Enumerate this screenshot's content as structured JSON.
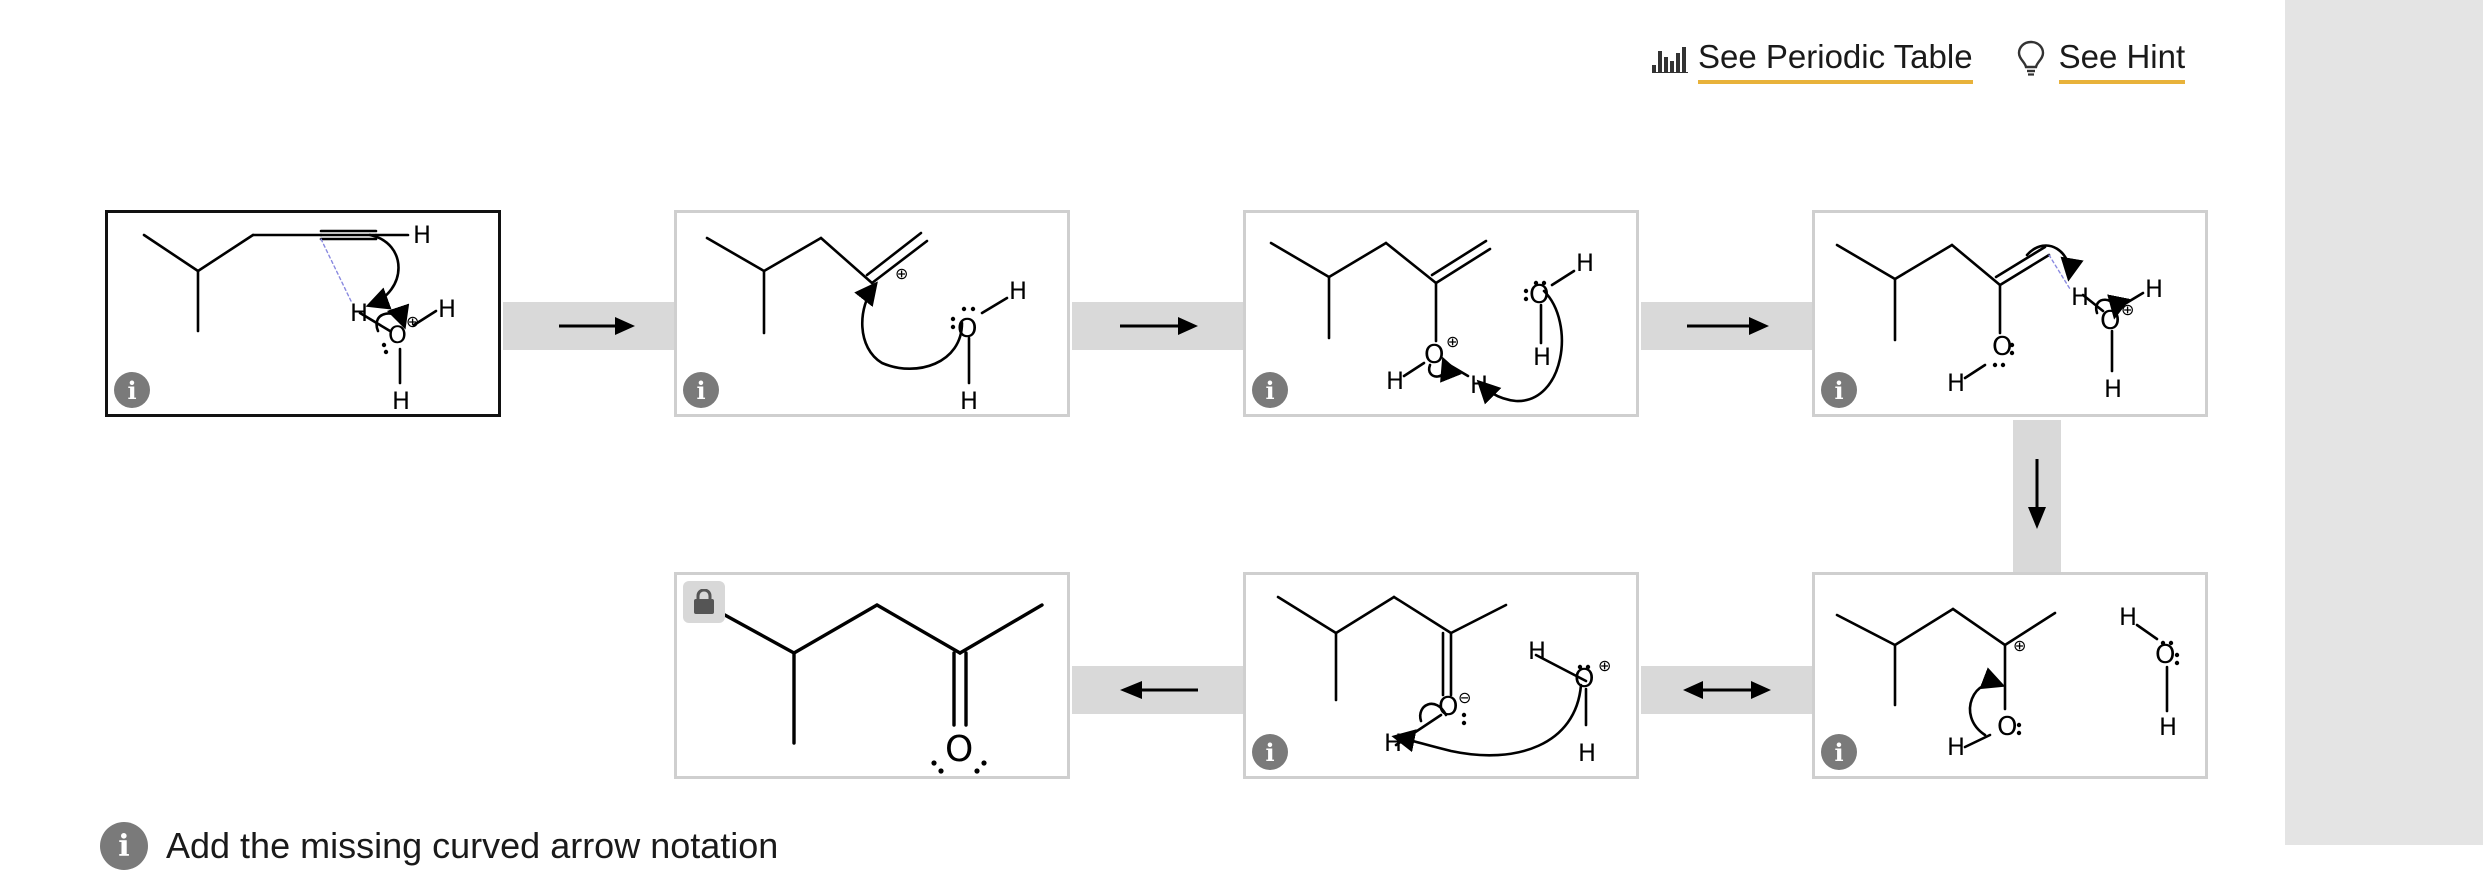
{
  "toolbar": {
    "periodic_table_label": "See Periodic Table",
    "periodic_table_icon": "periodic-table-icon",
    "hint_label": "See Hint",
    "hint_icon": "lightbulb-icon"
  },
  "atoms": {
    "hydrogen": "H",
    "oxygen": "O"
  },
  "charges": {
    "plus": "⊕",
    "minus": "⊖"
  },
  "steps": [
    {
      "id": 1,
      "selected": true,
      "info": "i"
    },
    {
      "id": 2,
      "info": "i"
    },
    {
      "id": 3,
      "info": "i"
    },
    {
      "id": 4,
      "info": "i"
    },
    {
      "id": 5,
      "info": "i"
    },
    {
      "id": 6,
      "info": "i"
    },
    {
      "id": 7,
      "locked": true
    }
  ],
  "footer": {
    "info": "i",
    "instruction": "Add the missing curved arrow notation"
  },
  "colors": {
    "accent_underline": "#e8b23a",
    "panel_border": "#cfcfcf",
    "selected_border": "#111111",
    "connector": "#d9d9d9",
    "side_panel": "#e4e4e4"
  }
}
